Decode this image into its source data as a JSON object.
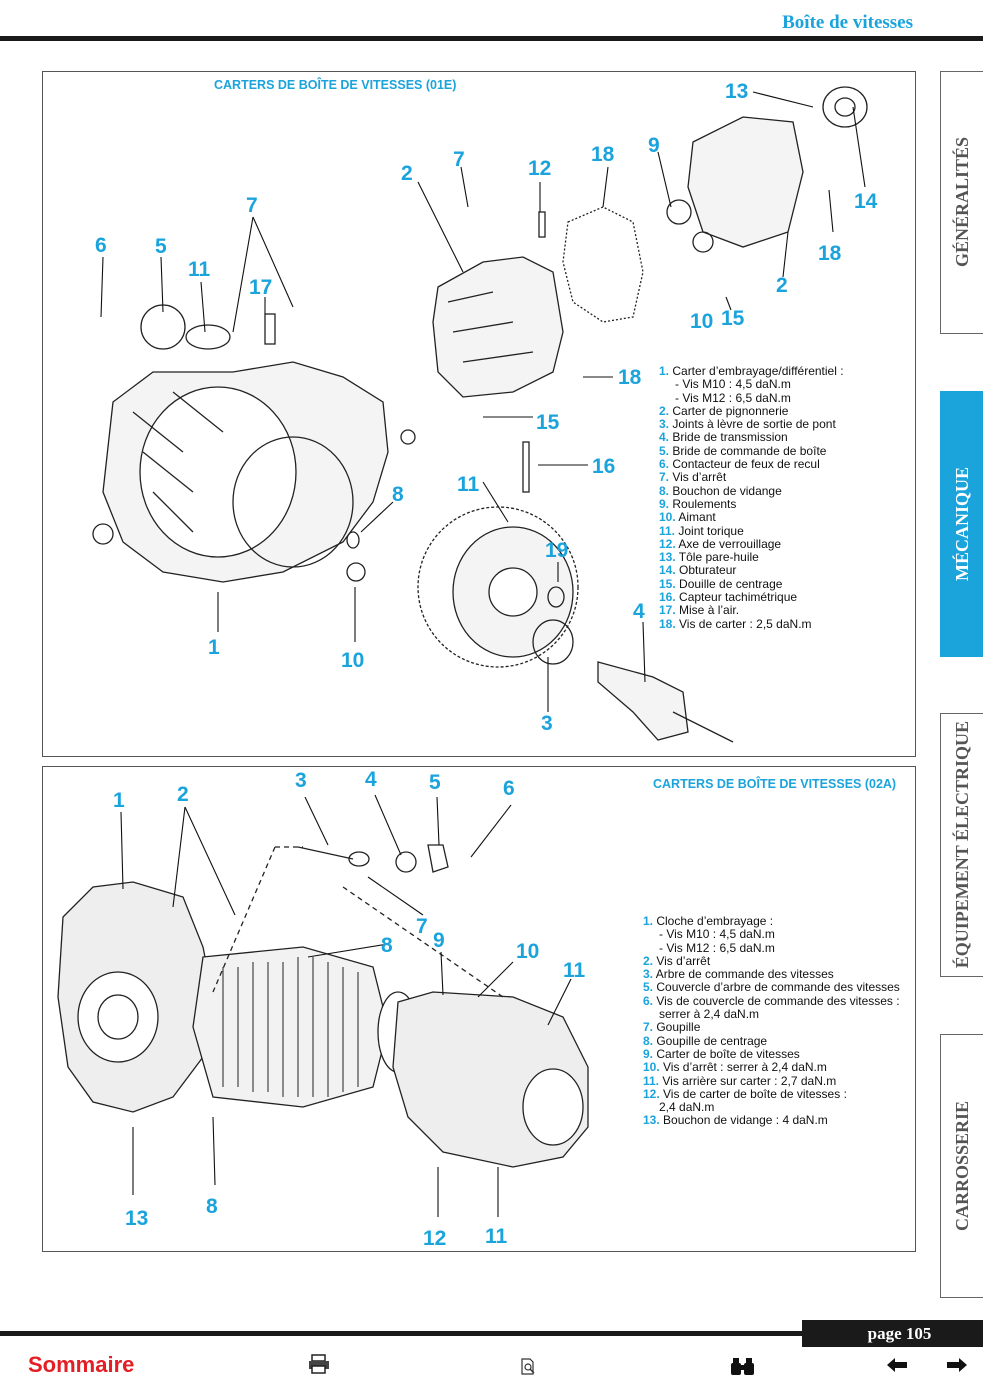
{
  "header": {
    "title": "Boîte de vitesses"
  },
  "panel1": {
    "title": "CARTERS DE BOÎTE DE VITESSES (01E)",
    "callouts": [
      "13",
      "14",
      "18",
      "2",
      "9",
      "18",
      "12",
      "7",
      "2",
      "7",
      "6",
      "5",
      "11",
      "17",
      "18",
      "15",
      "16",
      "11",
      "8",
      "19",
      "4",
      "1",
      "10",
      "3",
      "10",
      "15"
    ],
    "legend": [
      {
        "num": "1.",
        "text": "Carter d’embrayage/différentiel :",
        "sub": [
          "- Vis M10 : 4,5 daN.m",
          "- Vis M12 : 6,5 daN.m"
        ]
      },
      {
        "num": "2.",
        "text": "Carter de pignonnerie"
      },
      {
        "num": "3.",
        "text": "Joints à lèvre de sortie de pont"
      },
      {
        "num": "4.",
        "text": "Bride de transmission"
      },
      {
        "num": "5.",
        "text": "Bride de commande de boîte"
      },
      {
        "num": "6.",
        "text": "Contacteur de feux de recul"
      },
      {
        "num": "7.",
        "text": "Vis d’arrêt"
      },
      {
        "num": "8.",
        "text": "Bouchon de vidange"
      },
      {
        "num": "9.",
        "text": "Roulements"
      },
      {
        "num": "10.",
        "text": "Aimant"
      },
      {
        "num": "11.",
        "text": "Joint torique"
      },
      {
        "num": "12.",
        "text": "Axe de verrouillage"
      },
      {
        "num": "13.",
        "text": "Tôle pare-huile"
      },
      {
        "num": "14.",
        "text": "Obturateur"
      },
      {
        "num": "15.",
        "text": "Douille de centrage"
      },
      {
        "num": "16.",
        "text": "Capteur tachimétrique"
      },
      {
        "num": "17.",
        "text": "Mise à l’air."
      },
      {
        "num": "18.",
        "text": "Vis de carter : 2,5 daN.m"
      }
    ]
  },
  "panel2": {
    "title": "CARTERS DE BOÎTE DE VITESSES (02A)",
    "callouts": [
      "1",
      "2",
      "3",
      "4",
      "5",
      "6",
      "7",
      "8",
      "9",
      "10",
      "11",
      "13",
      "8",
      "12",
      "11"
    ],
    "legend": [
      {
        "num": "1.",
        "text": "Cloche d’embrayage :",
        "sub": [
          "- Vis M10 : 4,5 daN.m",
          "- Vis M12 : 6,5 daN.m"
        ]
      },
      {
        "num": "2.",
        "text": "Vis d’arrêt"
      },
      {
        "num": "3.",
        "text": "Arbre de commande des vitesses"
      },
      {
        "num": "5.",
        "text": "Couvercle d’arbre de commande des vitesses"
      },
      {
        "num": "6.",
        "text": "Vis de couvercle de commande des vitesses :",
        "sub": [
          "serrer à 2,4 daN.m"
        ]
      },
      {
        "num": "7.",
        "text": "Goupille"
      },
      {
        "num": "8.",
        "text": "Goupille de centrage"
      },
      {
        "num": "9.",
        "text": "Carter de boîte de vitesses"
      },
      {
        "num": "10.",
        "text": "Vis d’arrêt : serrer à 2,4 daN.m"
      },
      {
        "num": "11.",
        "text": "Vis arrière sur carter : 2,7 daN.m"
      },
      {
        "num": "12.",
        "text": "Vis de carter de boîte de vitesses :",
        "sub": [
          "2,4 daN.m"
        ]
      },
      {
        "num": "13.",
        "text": "Bouchon de vidange : 4 daN.m"
      }
    ]
  },
  "tabs": [
    {
      "label": "GÉNÉRALITÉS",
      "active": false
    },
    {
      "label": "MÉCANIQUE",
      "active": true
    },
    {
      "label": "ÉQUIPEMENT ÉLECTRIQUE",
      "active": false
    },
    {
      "label": "CARROSSERIE",
      "active": false
    }
  ],
  "footer": {
    "page": "page 105",
    "sommaire": "Sommaire",
    "icons": [
      "print-icon",
      "document-search-icon",
      "binoculars-icon",
      "arrow-left-icon",
      "arrow-right-icon"
    ]
  },
  "colors": {
    "accent": "#1ba3dc",
    "sommaire": "#e41e25",
    "rule": "#1a1a1a"
  }
}
